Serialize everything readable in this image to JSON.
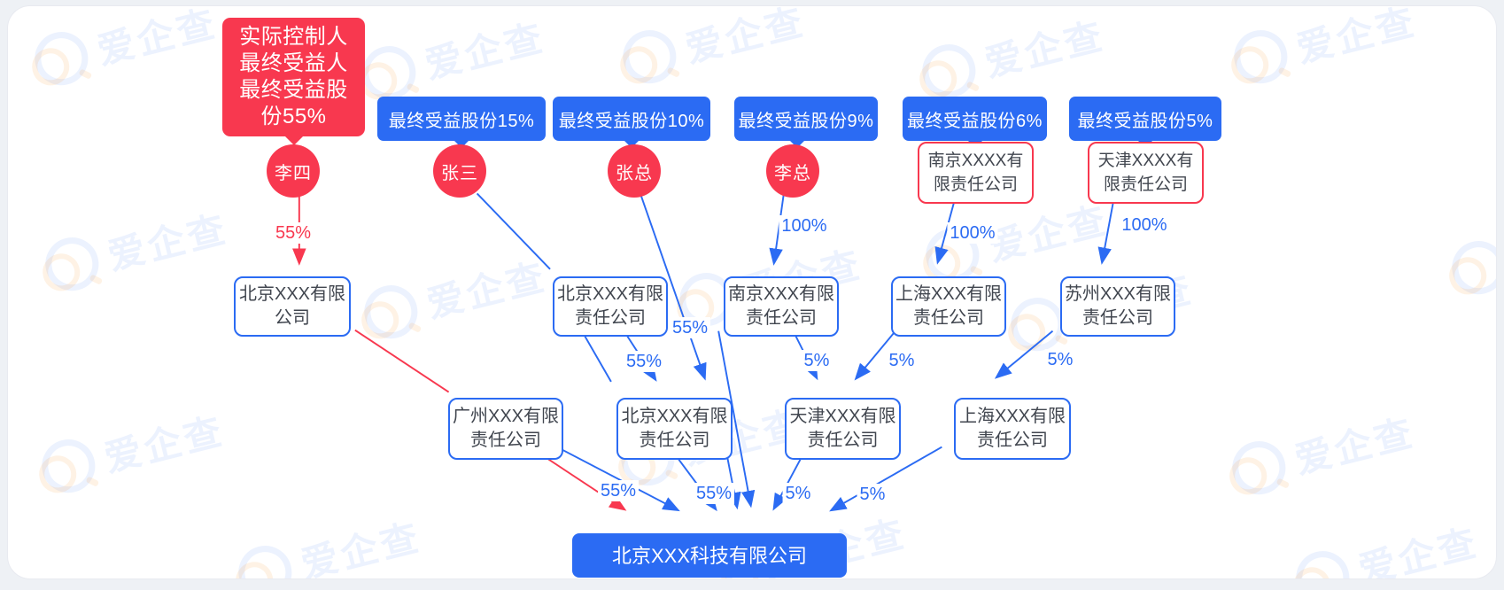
{
  "watermark": {
    "brand": "爱企查"
  },
  "colors": {
    "red": "#f8384f",
    "blue": "#2b6bf3"
  },
  "nodes": {
    "controller_bubble_lines": [
      "实际控制人",
      "最终受益人",
      "最终受益股份55%"
    ],
    "bubbles": [
      "最终受益股份15%",
      "最终受益股份10%",
      "最终受益股份9%",
      "最终受益股份6%",
      "最终受益股份5%"
    ],
    "persons": [
      "李四",
      "张三",
      "张总",
      "李总"
    ],
    "companies": {
      "beijing_ltd": "北京XXX有限公司",
      "nanjing_xxxx": "南京XXXX有限责任公司",
      "tianjin_xxxx": "天津XXXX有限责任公司",
      "beijing_llc_mid": "北京XXX有限责任公司",
      "nanjing_llc_mid": "南京XXX有限责任公司",
      "shanghai_llc_mid": "上海XXX有限责任公司",
      "suzhou_llc_mid": "苏州XXX有限责任公司",
      "guangzhou_llc": "广州XXX有限责任公司",
      "beijing_llc_low": "北京XXX有限责任公司",
      "tianjin_llc_low": "天津XXX有限责任公司",
      "shanghai_llc_low": "上海XXX有限责任公司",
      "target": "北京XXX科技有限公司"
    }
  },
  "edges": [
    {
      "from": "李四",
      "to": "北京XXX有限公司",
      "label": "55%",
      "type": "control"
    },
    {
      "from": "北京XXX有限公司",
      "to": "广州XXX有限责任公司",
      "label": "",
      "type": "control"
    },
    {
      "from": "广州XXX有限责任公司",
      "to": "北京XXX科技有限公司",
      "label": "",
      "type": "control"
    },
    {
      "from": "张三",
      "to": "北京XXX有限责任公司",
      "label": "",
      "type": "holding"
    },
    {
      "from": "北京XXX有限责任公司",
      "to": "北京XXX有限责任公司",
      "label": "55%",
      "type": "holding"
    },
    {
      "from": "张总",
      "to": "北京XXX有限责任公司",
      "label": "55%",
      "type": "holding"
    },
    {
      "from": "李总",
      "to": "南京XXX有限责任公司",
      "label": "100%",
      "type": "holding"
    },
    {
      "from": "南京XXXX有限责任公司",
      "to": "上海XXX有限责任公司",
      "label": "100%",
      "type": "holding"
    },
    {
      "from": "天津XXXX有限责任公司",
      "to": "苏州XXX有限责任公司",
      "label": "100%",
      "type": "holding"
    },
    {
      "from": "南京XXX有限责任公司",
      "to": "北京XXX科技有限公司",
      "label": "",
      "type": "holding"
    },
    {
      "from": "南京XXX有限责任公司",
      "to": "天津XXX有限责任公司",
      "label": "5%",
      "type": "holding"
    },
    {
      "from": "上海XXX有限责任公司",
      "to": "天津XXX有限责任公司",
      "label": "5%",
      "type": "holding"
    },
    {
      "from": "苏州XXX有限责任公司",
      "to": "上海XXX有限责任公司",
      "label": "5%",
      "type": "holding"
    },
    {
      "from": "广州XXX有限责任公司",
      "to": "北京XXX科技有限公司",
      "label": "55%",
      "type": "holding"
    },
    {
      "from": "北京XXX有限责任公司",
      "to": "北京XXX科技有限公司",
      "label": "55%",
      "type": "holding"
    },
    {
      "from": "天津XXX有限责任公司",
      "to": "北京XXX科技有限公司",
      "label": "5%",
      "type": "holding"
    },
    {
      "from": "上海XXX有限责任公司",
      "to": "北京XXX科技有限公司",
      "label": "5%",
      "type": "holding"
    }
  ]
}
